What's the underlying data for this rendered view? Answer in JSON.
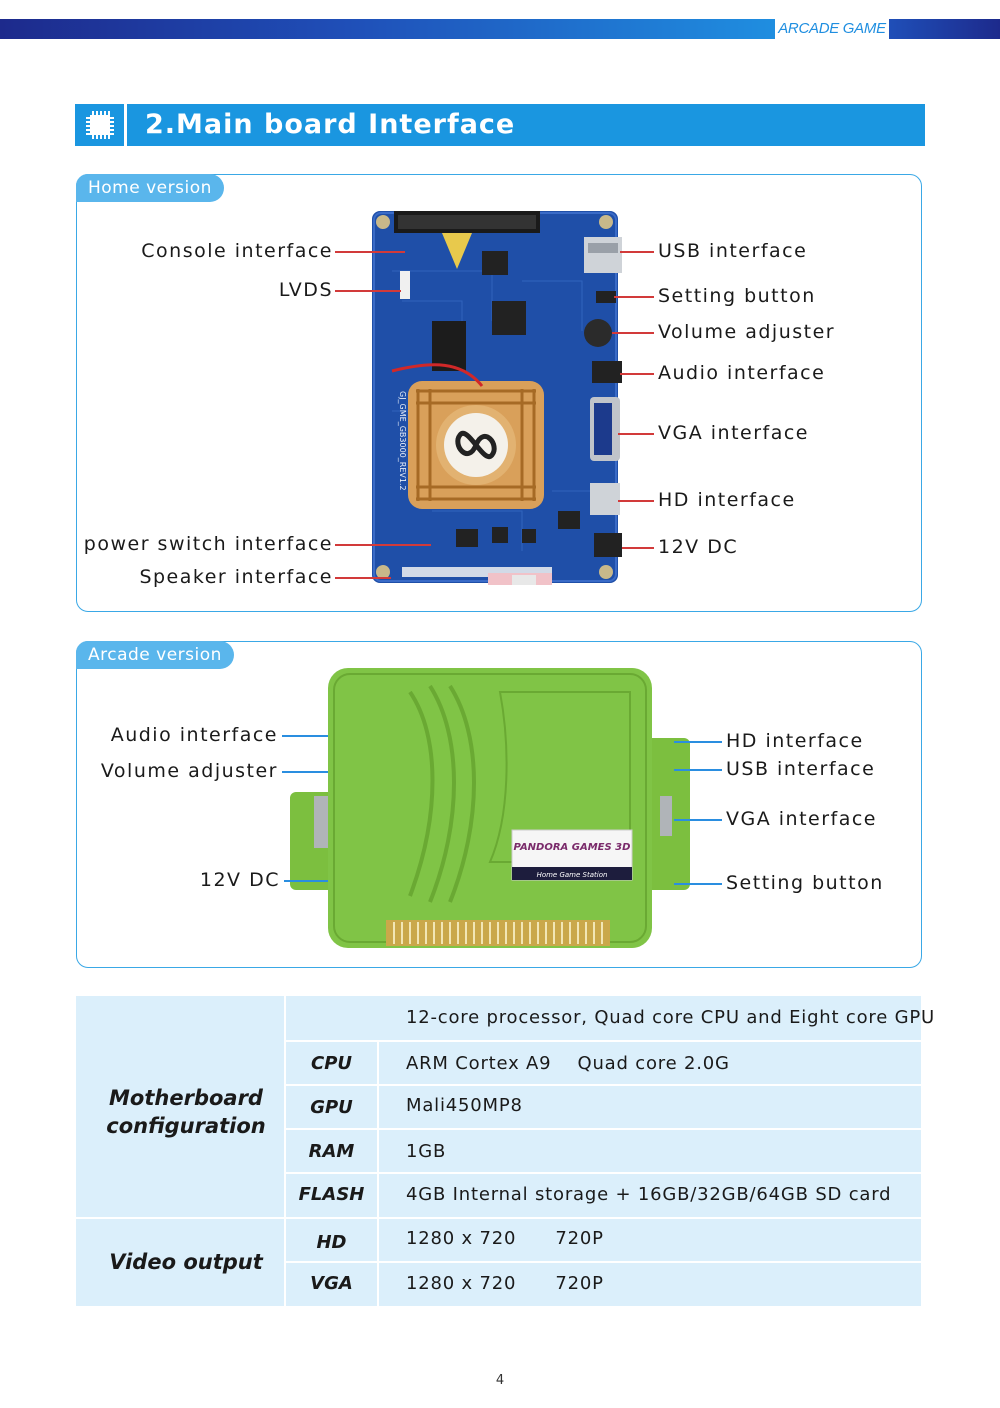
{
  "header": {
    "tag": "ARCADE GAME"
  },
  "section": {
    "title": "2.Main board Interface",
    "icon": "chip-icon"
  },
  "home": {
    "tab": "Home version",
    "left_labels": [
      "Console interface",
      "LVDS",
      "power switch interface",
      "Speaker interface"
    ],
    "right_labels": [
      "USB interface",
      "Setting button",
      "Volume adjuster",
      "Audio interface",
      "VGA interface",
      "HD interface",
      "12V DC"
    ],
    "board_text": "GJ_GME_GB3000_REV1.2"
  },
  "arcade": {
    "tab": "Arcade version",
    "left_labels": [
      "Audio interface",
      "Volume adjuster",
      "12V DC"
    ],
    "right_labels": [
      "HD interface",
      "USB interface",
      "VGA interface",
      "Setting button"
    ],
    "sticker_brand": "PANDORA GAMES 3D",
    "sticker_sub": "Home Game Station"
  },
  "spec": {
    "group1": "Motherboard configuration",
    "summary": "12-core processor, Quad core CPU and Eight core GPU",
    "rows": [
      {
        "key": "CPU",
        "value": "ARM Cortex A9    Quad core 2.0G"
      },
      {
        "key": "GPU",
        "value": "Mali450MP8"
      },
      {
        "key": "RAM",
        "value": "1GB"
      },
      {
        "key": "FLASH",
        "value": "4GB Internal storage + 16GB/32GB/64GB SD card"
      }
    ],
    "group2": "Video output",
    "video_rows": [
      {
        "key": "HD",
        "value": "1280 x 720      720P"
      },
      {
        "key": "VGA",
        "value": "1280 x 720      720P"
      }
    ]
  },
  "page_number": "4"
}
